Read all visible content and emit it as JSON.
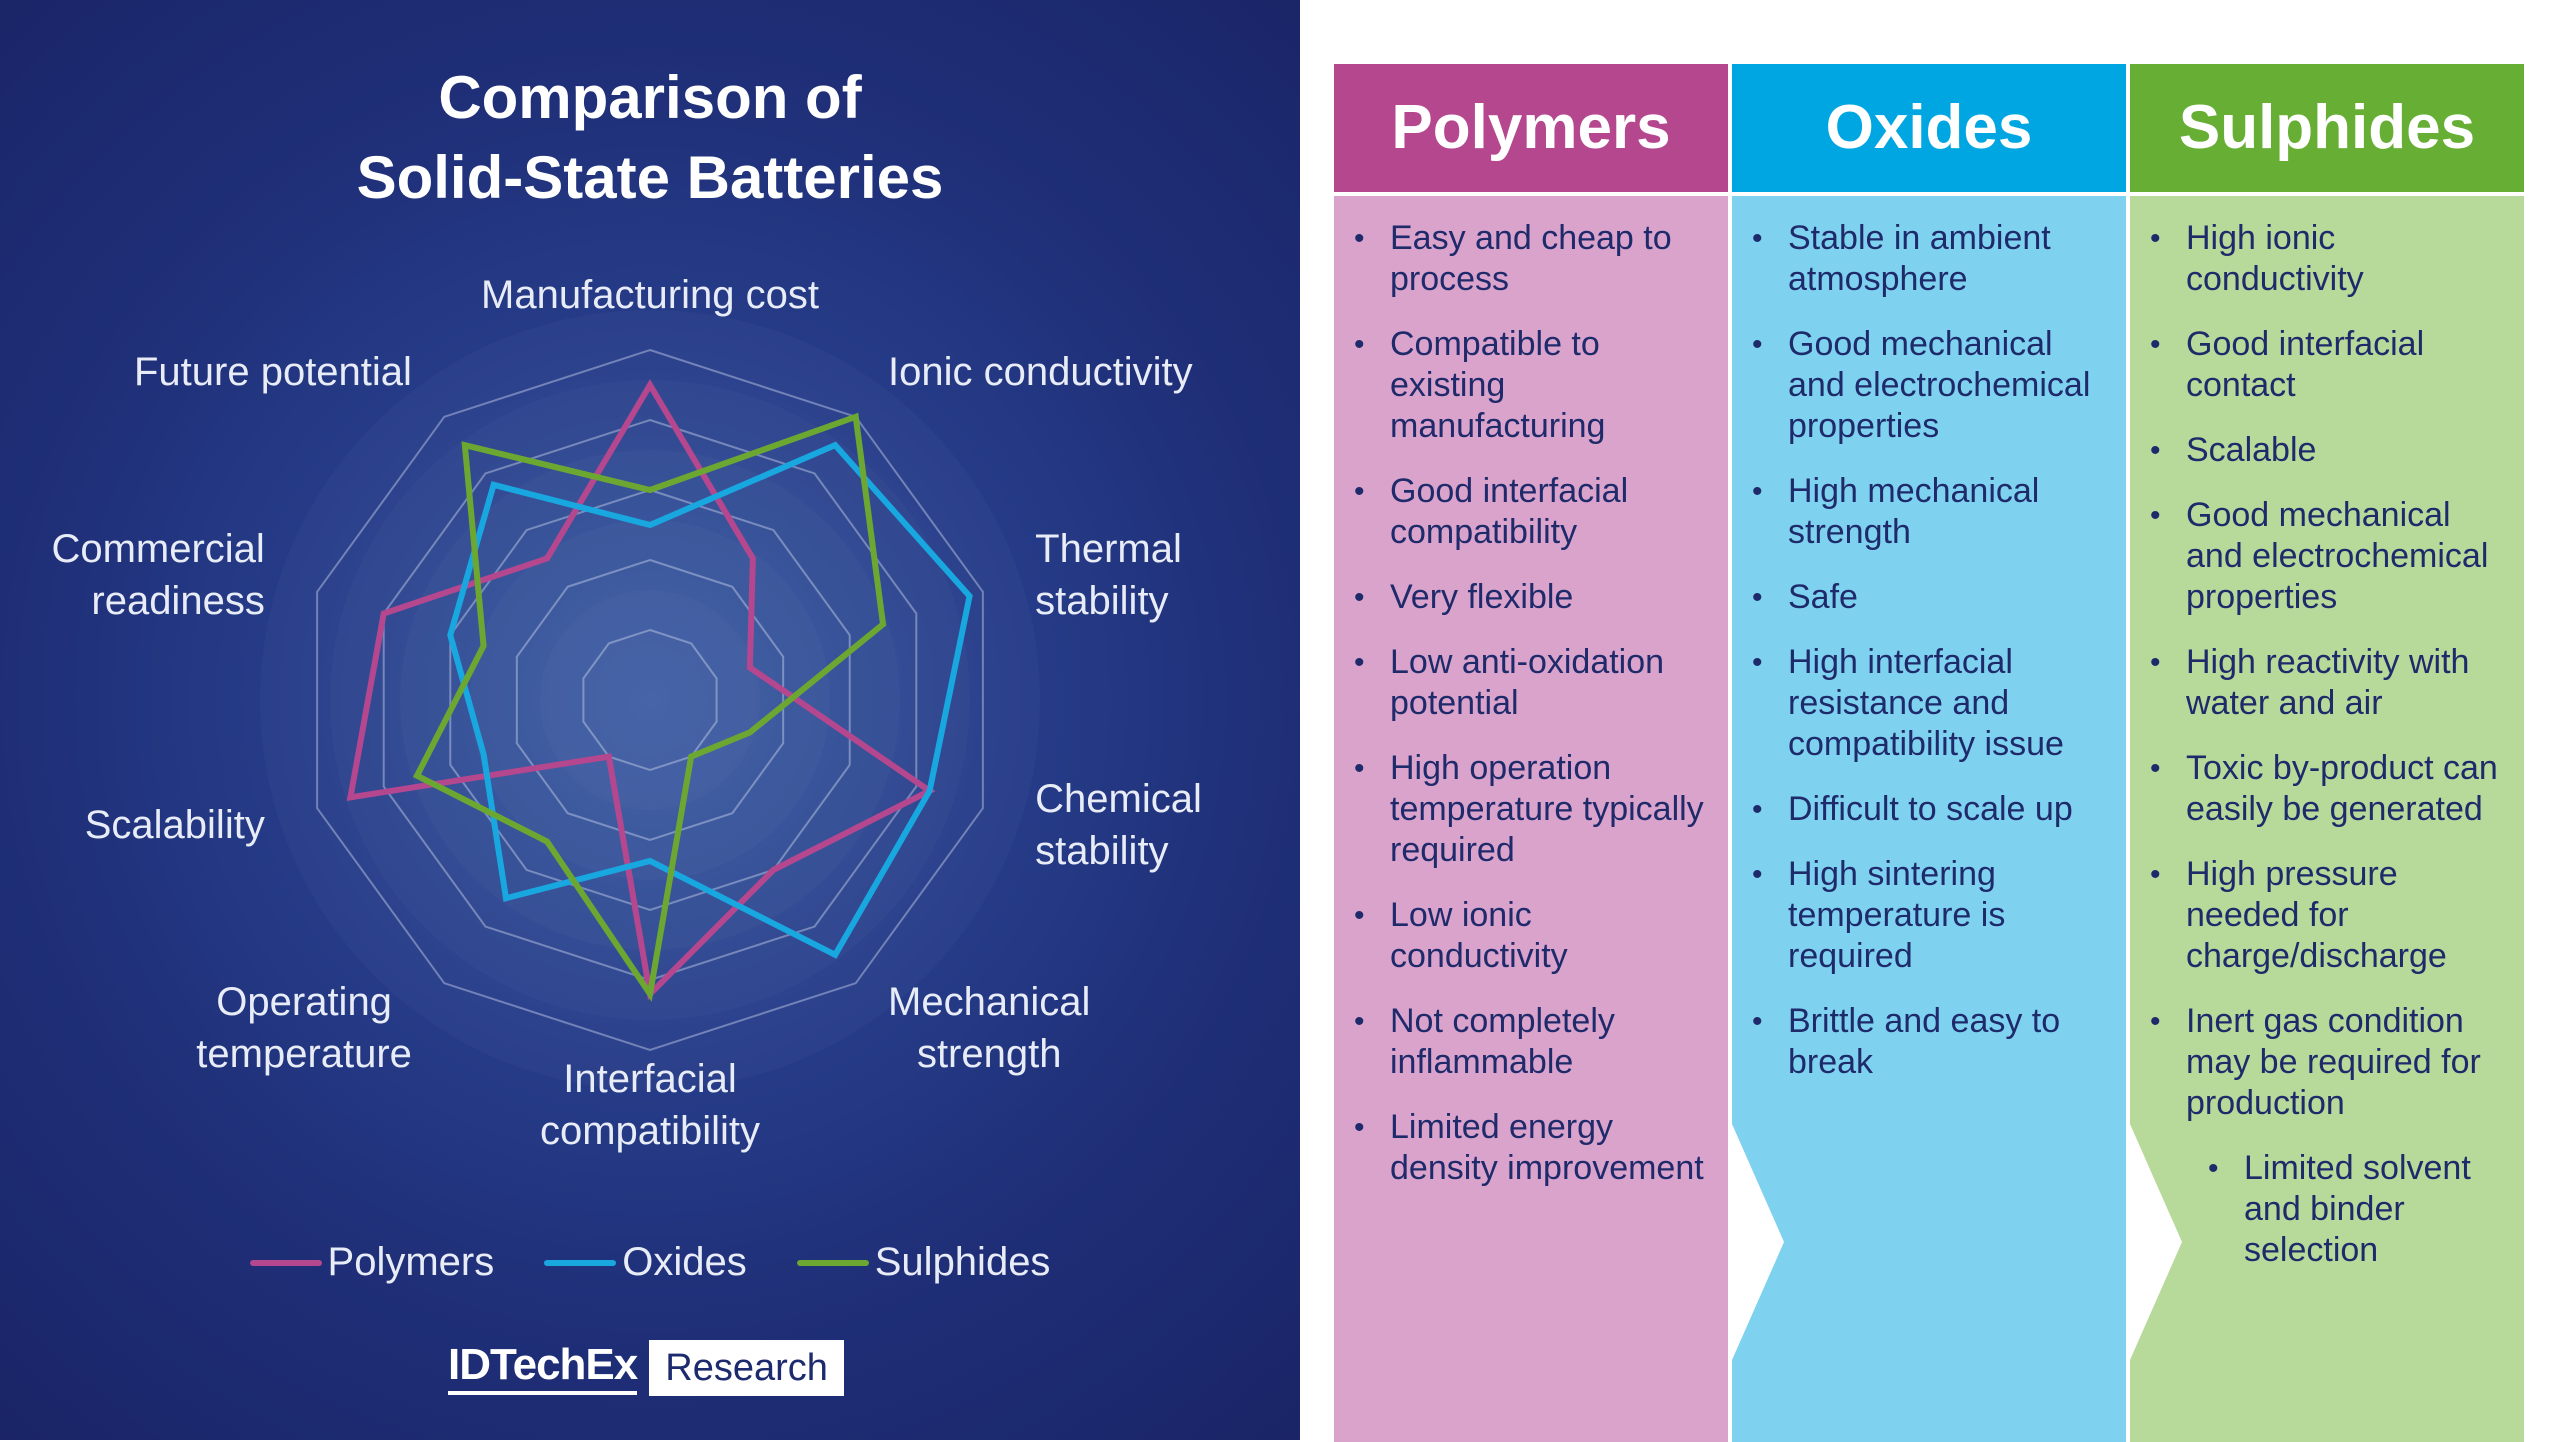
{
  "chart_data": {
    "type": "radar",
    "title": "Comparison of Solid-State Batteries",
    "axes": [
      "Manufacturing cost",
      "Ionic conductivity",
      "Thermal stability",
      "Chemical stability",
      "Mechanical strength",
      "Interfacial compatibility",
      "Operating temperature",
      "Scalability",
      "Commercial readiness",
      "Future potential"
    ],
    "axis_label_lines": [
      [
        "Manufacturing cost"
      ],
      [
        "Ionic conductivity"
      ],
      [
        "Thermal",
        "stability"
      ],
      [
        "Chemical",
        "stability"
      ],
      [
        "Mechanical",
        "strength"
      ],
      [
        "Interfacial",
        "compatibility"
      ],
      [
        "Operating",
        "temperature"
      ],
      [
        "Scalability"
      ],
      [
        "Commercial",
        "readiness"
      ],
      [
        "Future potential"
      ]
    ],
    "rlim": [
      0,
      5
    ],
    "rings": 5,
    "grid": true,
    "legend_position": "bottom",
    "series": [
      {
        "name": "Polymers",
        "color": "#b5478f",
        "values": [
          4.5,
          2.5,
          1.5,
          4.2,
          3.0,
          4.2,
          1.0,
          4.5,
          4.0,
          2.5
        ]
      },
      {
        "name": "Oxides",
        "color": "#19a7e0",
        "values": [
          2.5,
          4.5,
          4.8,
          4.2,
          4.5,
          2.3,
          3.5,
          2.5,
          3.0,
          3.8
        ]
      },
      {
        "name": "Sulphides",
        "color": "#6ca831",
        "values": [
          3.0,
          5.0,
          3.5,
          1.5,
          1.0,
          4.2,
          2.5,
          3.5,
          2.5,
          4.5
        ]
      }
    ]
  },
  "logo": {
    "brand": "IDTechEx",
    "sub": "Research"
  },
  "table": {
    "columns": [
      {
        "name": "Polymers",
        "header_color": "#b5478f",
        "body_color": "#d9a3cc",
        "items": [
          "Easy and cheap to process",
          "Compatible to existing manufacturing",
          "Good interfacial compatibility",
          "Very flexible",
          "Low anti-oxidation potential",
          "High operation temperature typically required",
          "Low ionic conductivity",
          "Not completely inflammable",
          "Limited energy density improvement"
        ]
      },
      {
        "name": "Oxides",
        "header_color": "#00a6e2",
        "body_color": "#7ed2f0",
        "items": [
          "Stable in ambient atmosphere",
          "Good mechanical and electrochemical properties",
          "High mechanical strength",
          "Safe",
          "High interfacial resistance and compatibility issue",
          "Difficult to scale up",
          "High sintering temperature is required",
          "Brittle and easy to break"
        ]
      },
      {
        "name": "Sulphides",
        "header_color": "#66ae34",
        "body_color": "#b7d99a",
        "items": [
          "High ionic conductivity",
          "Good interfacial contact",
          "Scalable",
          "Good mechanical and electrochemical properties",
          "High reactivity with water and air",
          "Toxic by-product can easily be generated",
          "High pressure needed for charge/discharge",
          "Inert gas condition may be required for production",
          "Limited solvent and binder selection"
        ]
      }
    ]
  }
}
